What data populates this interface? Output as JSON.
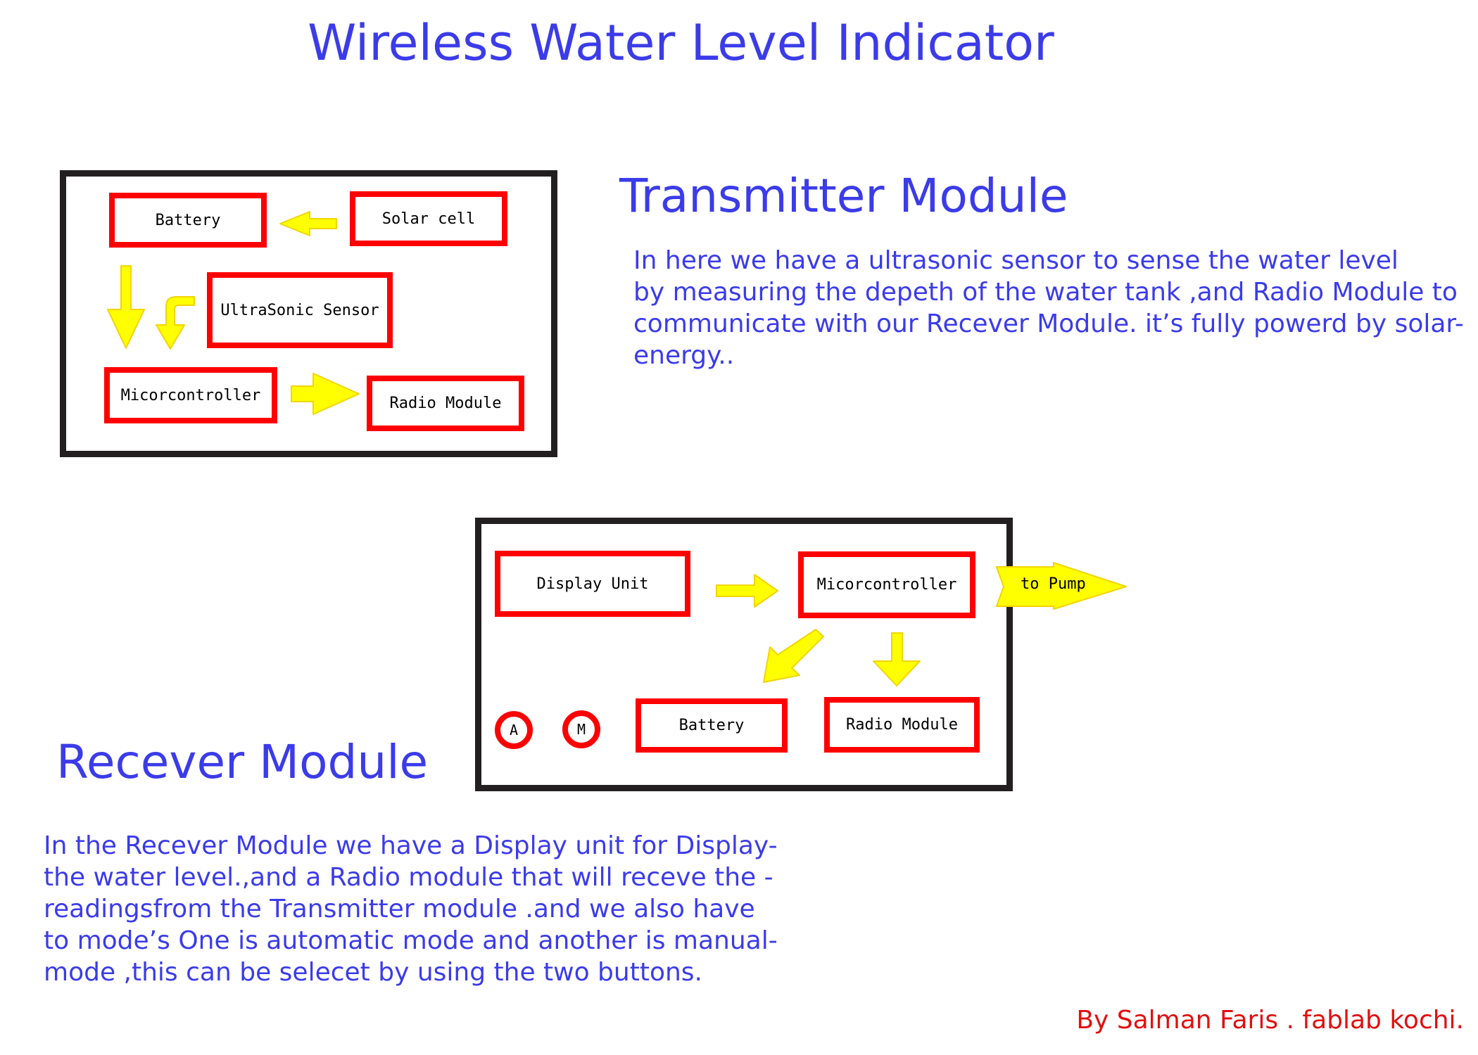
{
  "title": "Wireless Water Level Indicator",
  "transmitter": {
    "heading": "Transmitter Module",
    "description": "In here we have a ultrasonic sensor to sense the water level\nby measuring the depeth of the water tank ,and Radio Module to\ncommunicate with our Recever Module. it’s fully powerd by solar-\nenergy..",
    "blocks": {
      "battery": "Battery",
      "solar": "Solar cell",
      "sensor": "UltraSonic Sensor",
      "mcu": "Micorcontroller",
      "radio": "Radio Module"
    }
  },
  "receiver": {
    "heading": "Recever Module",
    "description": "In the Recever Module we have a Display unit for Display-\nthe water level.,and a Radio module that will receve the -\nreadingsfrom the Transmitter module .and we also have\nto mode’s One is automatic mode and another is manual-\nmode ,this can be selecet by using the two buttons.",
    "blocks": {
      "display": "Display Unit",
      "mcu": "Micorcontroller",
      "battery": "Battery",
      "radio": "Radio Module",
      "pump": "to Pump"
    },
    "buttons": {
      "auto": "A",
      "manual": "M"
    }
  },
  "credit": "By Salman Faris . fablab kochi.",
  "colors": {
    "text_blue": "#3b3bea",
    "block_border": "#ff0000",
    "arrow_fill": "#ffff00",
    "credit_red": "#e01010"
  }
}
